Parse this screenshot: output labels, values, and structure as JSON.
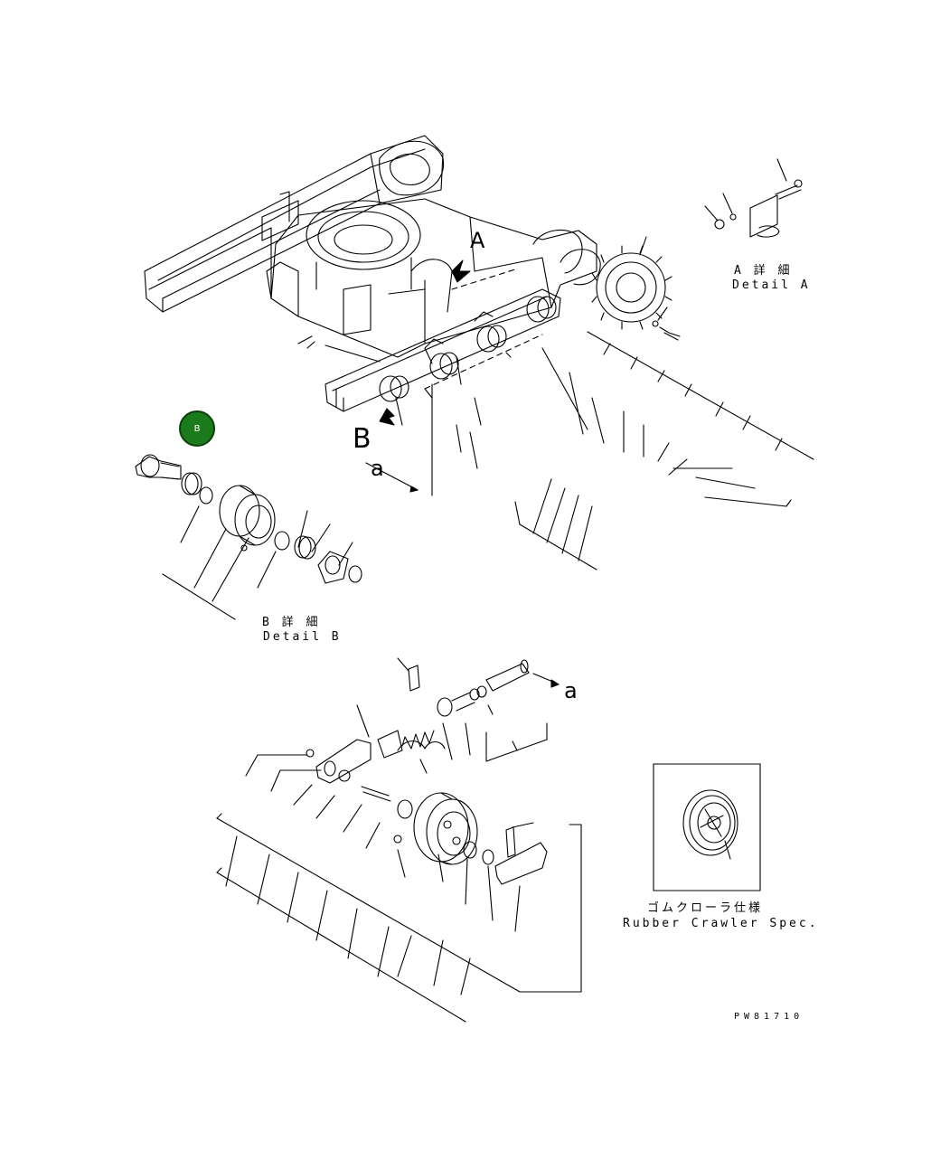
{
  "detail_a": {
    "jp": "A 詳 細",
    "en": "Detail A"
  },
  "detail_b": {
    "jp": "B 詳 細",
    "en": "Detail B"
  },
  "callouts": {
    "a_upper": "A",
    "b_upper": "B",
    "a_lower_1": "a",
    "a_lower_2": "a"
  },
  "rubber_spec": {
    "jp": "ゴムクローラ仕様",
    "en": "Rubber Crawler Spec."
  },
  "drawing_code": "PW81710",
  "hotspot": {
    "label": "B",
    "color": "#1b7a1b"
  }
}
